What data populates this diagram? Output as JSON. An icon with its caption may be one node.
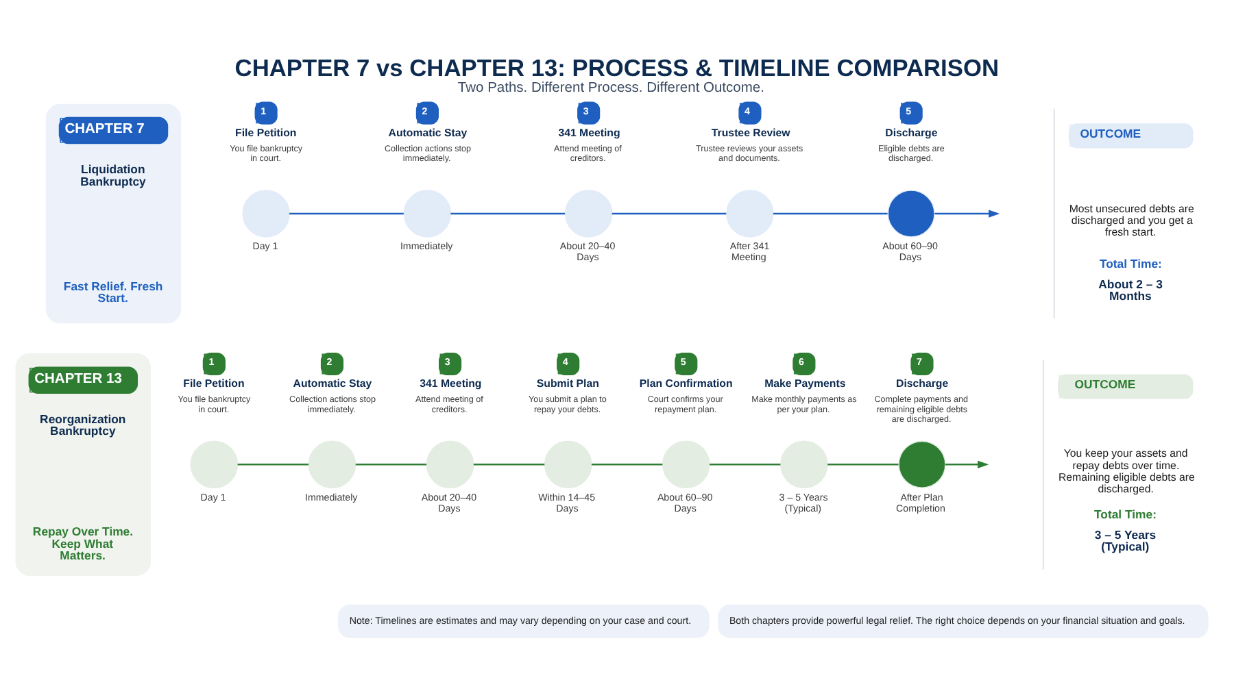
{
  "diagram": {
    "title": "CHAPTER 7 vs CHAPTER 13: PROCESS & TIMELINE COMPARISON",
    "caption": "Two Paths. Different Process. Different Outcome.",
    "nodes": [
      {
        "text": [
          "CHAPTER 7",
          "Liquidation Bankruptcy",
          "Fast Relief. Fresh Start."
        ]
      },
      {
        "text": [
          "1",
          "File Petition",
          "You file bankruptcy in court."
        ],
        "beside": [
          "Day 1"
        ]
      },
      {
        "text": [
          "2",
          "Automatic Stay",
          "Collection actions stop immediately."
        ],
        "beside": [
          "Immediately"
        ]
      },
      {
        "text": [
          "3",
          "341 Meeting",
          "Attend meeting of creditors."
        ],
        "beside": [
          "About 20–40 Days"
        ]
      },
      {
        "text": [
          "4",
          "Trustee Review",
          "Trustee reviews your assets and documents."
        ],
        "beside": [
          "After 341 Meeting"
        ]
      },
      {
        "text": [
          "5",
          "Discharge",
          "Eligible debts are discharged."
        ],
        "beside": [
          "About 60–90 Days"
        ]
      },
      {
        "text": [
          "OUTCOME",
          "Most unsecured debts are discharged and you get a fresh start.",
          "Total Time:",
          "About 2 – 3 Months"
        ]
      },
      {
        "text": [
          "CHAPTER 13",
          "Reorganization Bankruptcy",
          "Repay Over Time. Keep What Matters."
        ]
      },
      {
        "text": [
          "1",
          "File Petition",
          "You file bankruptcy in court."
        ],
        "beside": [
          "Day 1"
        ]
      },
      {
        "text": [
          "2",
          "Automatic Stay",
          "Collection actions stop immediately."
        ],
        "beside": [
          "Immediately"
        ]
      },
      {
        "text": [
          "3",
          "341 Meeting",
          "Attend meeting of creditors."
        ],
        "beside": [
          "About 20–40 Days"
        ]
      },
      {
        "text": [
          "4",
          "Submit Plan",
          "You submit a plan to repay your debts."
        ],
        "beside": [
          "Within 14–45 Days"
        ]
      },
      {
        "text": [
          "5",
          "Plan Confirmation",
          "Court confirms your repayment plan."
        ],
        "beside": [
          "About 60–90 Days"
        ]
      },
      {
        "text": [
          "6",
          "Make Payments",
          "Make monthly payments as per your plan."
        ],
        "beside": [
          "3 – 5 Years (Typical)"
        ]
      },
      {
        "text": [
          "7",
          "Discharge",
          "Complete payments and remaining eligible debts are discharged."
        ],
        "beside": [
          "After Plan Completion"
        ]
      },
      {
        "text": [
          "OUTCOME",
          "You keep your assets and repay debts over time. Remaining eligible debts are discharged.",
          "Total Time:",
          "3 – 5 Years (Typical)"
        ]
      }
    ],
    "edges": [
      {
        "from": 1,
        "to": 2,
        "arrow": "none",
        "color": "#1f5fbf"
      },
      {
        "from": 2,
        "to": 3,
        "arrow": "none",
        "color": "#1f5fbf"
      },
      {
        "from": 3,
        "to": 4,
        "arrow": "none",
        "color": "#1f5fbf"
      },
      {
        "from": 4,
        "to": 5,
        "arrow": "none",
        "color": "#1f5fbf"
      },
      {
        "from": 5,
        "to": null,
        "arrow": "to",
        "color": "#1f5fbf"
      },
      {
        "from": 8,
        "to": 9,
        "arrow": "none"
      },
      {
        "from": 9,
        "to": 10,
        "arrow": "none"
      },
      {
        "from": 10,
        "to": 11,
        "arrow": "none"
      },
      {
        "from": 11,
        "to": 12,
        "arrow": "none"
      },
      {
        "from": 12,
        "to": 13,
        "arrow": "none"
      },
      {
        "from": 13,
        "to": 14,
        "arrow": "none"
      },
      {
        "from": 14,
        "to": null,
        "arrow": "to"
      }
    ],
    "labels": [
      "Note: Timelines are estimates and may vary depending on your case and court.",
      "Both chapters provide powerful legal relief. The right choice depends on your financial situation and goals."
    ]
  }
}
